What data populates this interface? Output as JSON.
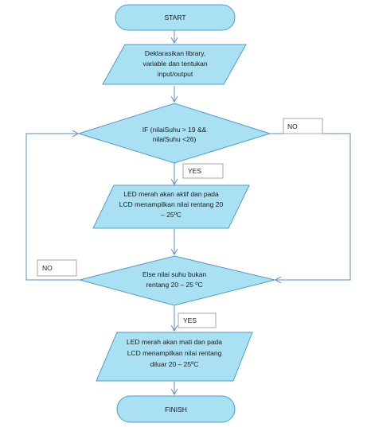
{
  "colors": {
    "fill": "#a9e1f3",
    "stroke": "#4f9bd0",
    "line": "#5b8fc7",
    "label_border": "#a6a6a6"
  },
  "nodes": {
    "start": {
      "lines": [
        "START"
      ]
    },
    "declare": {
      "lines": [
        "Deklarasikan library,",
        "variable dan tentukan",
        "input/output"
      ]
    },
    "if_cond": {
      "lines": [
        "IF (nilaiSuhu > 19 &&",
        "nilaiSuhu <26)"
      ]
    },
    "led_on": {
      "lines": [
        "LED merah akan aktif dan pada",
        "LCD menampilkan nilai rentang 20",
        "– 25ºC"
      ]
    },
    "else_cond": {
      "lines": [
        "Else nilai suhu bukan",
        "rentang 20 – 25 ºC"
      ]
    },
    "led_off": {
      "lines": [
        "LED merah akan mati dan pada",
        "LCD menampilkan nilai rentang",
        "diluar 20 – 25ºC"
      ]
    },
    "finish": {
      "lines": [
        "FINISH"
      ]
    }
  },
  "labels": {
    "no_top": "NO",
    "yes_top": "YES",
    "no_left": "NO",
    "yes_bottom": "YES"
  }
}
